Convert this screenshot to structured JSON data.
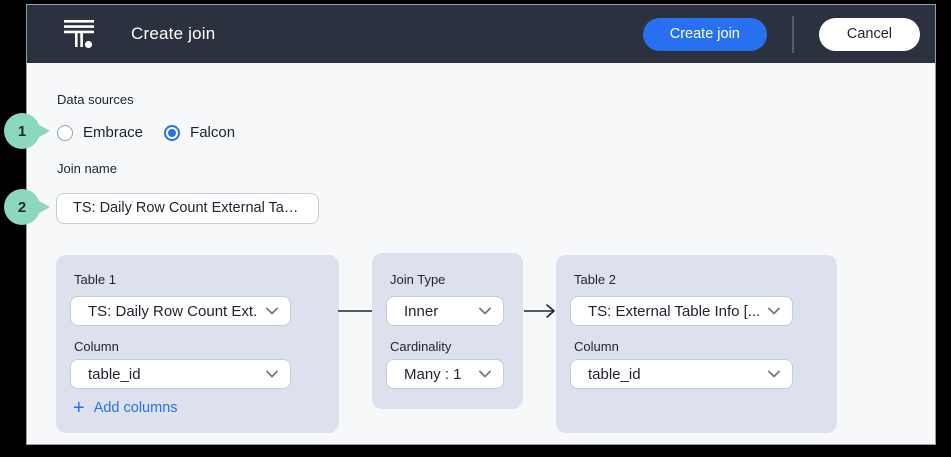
{
  "colors": {
    "accent_blue": "#2770EF",
    "header_bg": "#2B313E",
    "panel_bg": "#DCE1ED",
    "badge_green": "#8BD8BD",
    "body_bg": "#F6F8FA"
  },
  "annotations": {
    "badges": [
      {
        "number": "1"
      },
      {
        "number": "2"
      }
    ]
  },
  "header": {
    "title": "Create join",
    "create_button": "Create join",
    "cancel_button": "Cancel"
  },
  "form": {
    "data_sources_label": "Data sources",
    "radio_options": [
      {
        "label": "Embrace",
        "selected": false
      },
      {
        "label": "Falcon",
        "selected": true
      }
    ],
    "join_name_label": "Join name",
    "join_name_value": "TS: Daily Row Count External Tabl..."
  },
  "builder": {
    "table1": {
      "title": "Table 1",
      "table_value": "TS: Daily Row Count Ext...",
      "column_label": "Column",
      "column_value": "table_id",
      "plus": "+",
      "add_columns_label": "Add columns"
    },
    "join": {
      "type_label": "Join Type",
      "type_value": "Inner",
      "cardinality_label": "Cardinality",
      "cardinality_value": "Many : 1"
    },
    "table2": {
      "title": "Table 2",
      "table_value": "TS: External Table Info [...",
      "column_label": "Column",
      "column_value": "table_id"
    }
  }
}
